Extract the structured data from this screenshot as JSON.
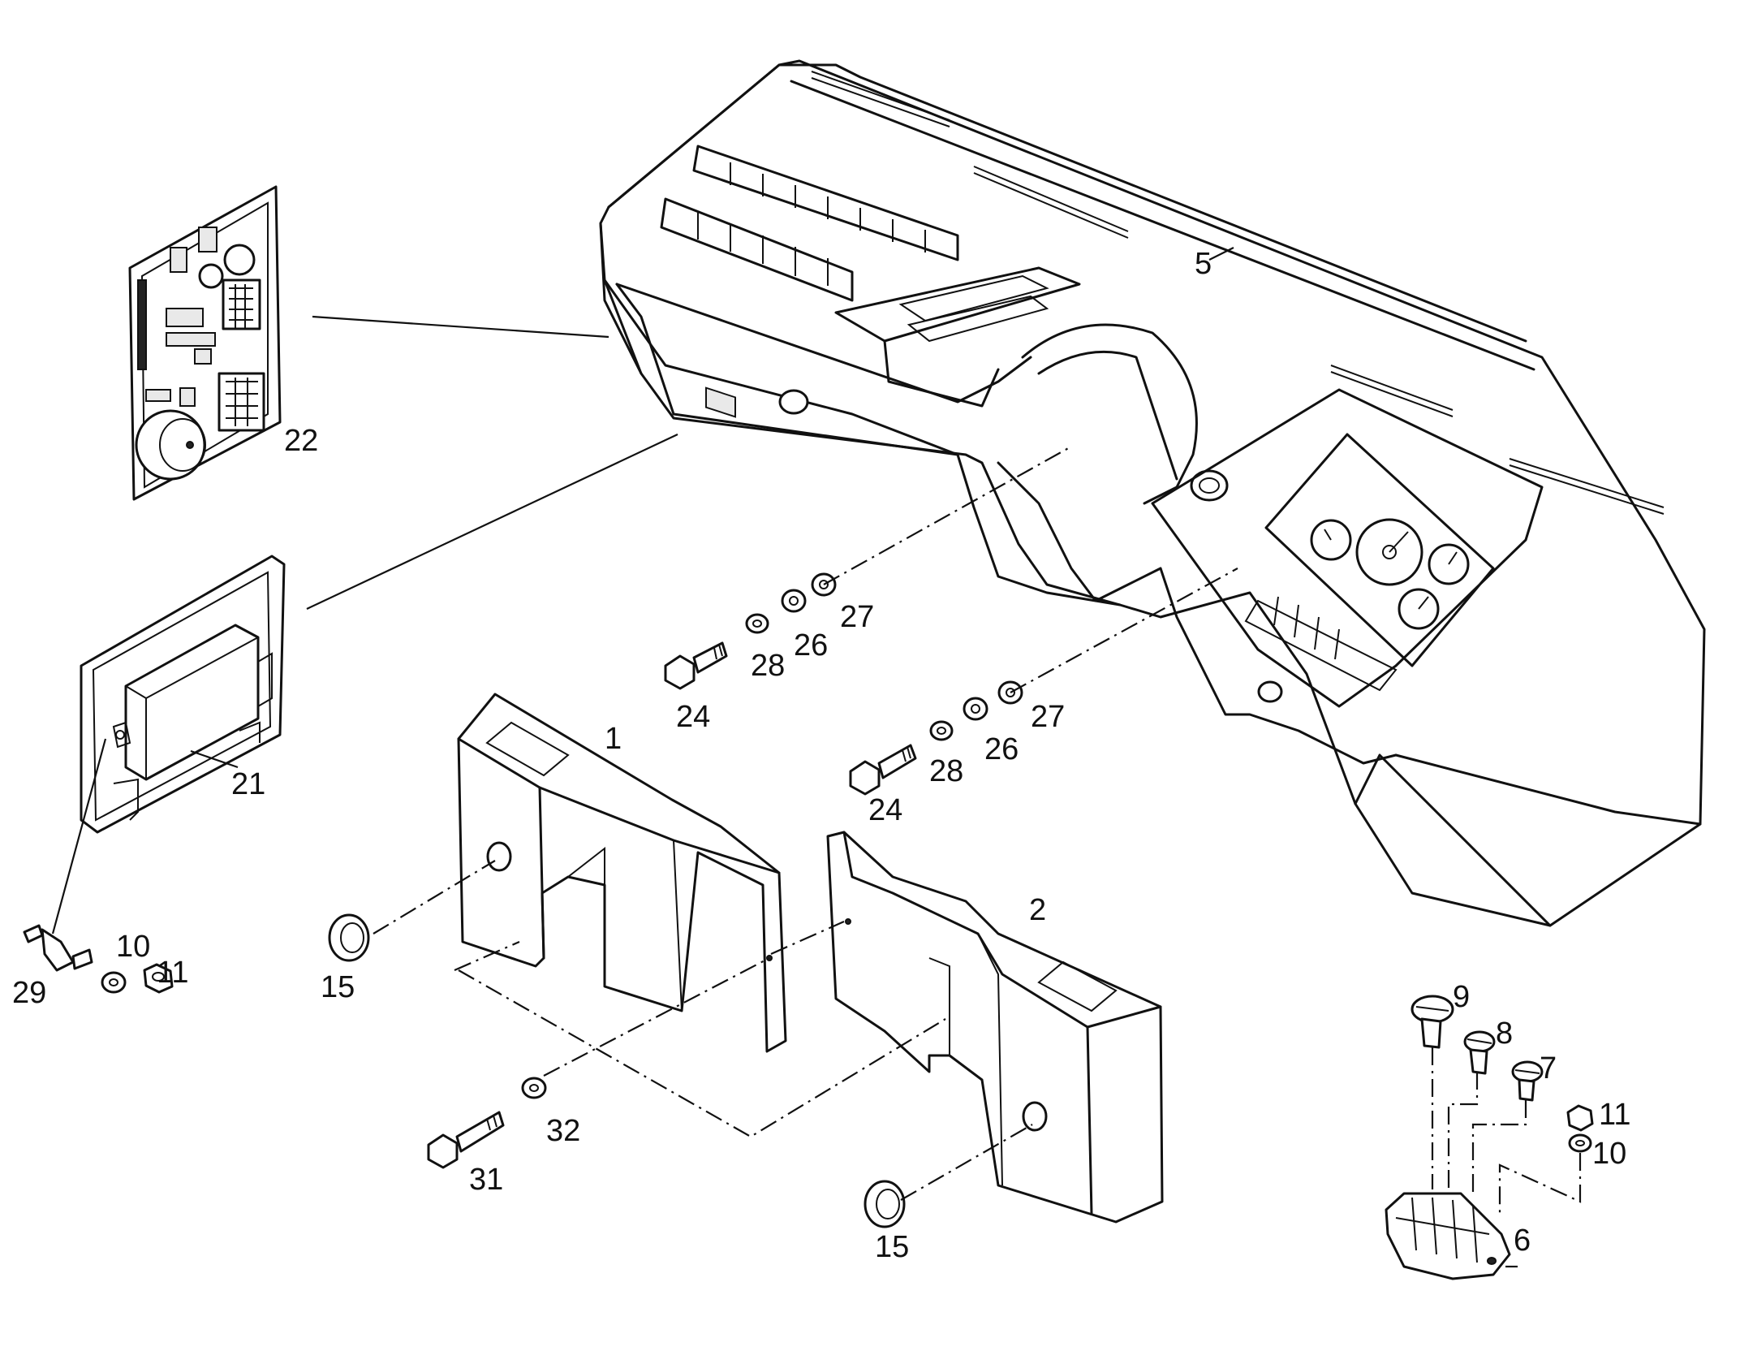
{
  "diagram": {
    "labels": {
      "p1": "1",
      "p2": "2",
      "p5": "5",
      "p6": "6",
      "p7": "7",
      "p8": "8",
      "p9": "9",
      "p10a": "10",
      "p10b": "10",
      "p11a": "11",
      "p11b": "11",
      "p15a": "15",
      "p15b": "15",
      "p21": "21",
      "p22": "22",
      "p24a": "24",
      "p24b": "24",
      "p26a": "26",
      "p26b": "26",
      "p27a": "27",
      "p27b": "27",
      "p28a": "28",
      "p28b": "28",
      "p29": "29",
      "p31": "31",
      "p32": "32"
    }
  }
}
